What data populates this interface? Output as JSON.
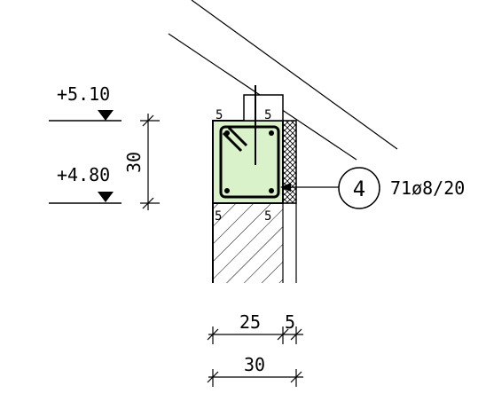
{
  "levels": {
    "top": "+5.10",
    "bottom": "+4.80"
  },
  "dimensions": {
    "height": "30",
    "width_main": "25",
    "width_insulation": "5",
    "width_total": "30"
  },
  "cover": {
    "top_left": "5",
    "top_right": "5",
    "bottom_left": "5",
    "bottom_right": "5"
  },
  "rebar": {
    "mark": "4",
    "spec": "71ø8/20"
  },
  "colors": {
    "concrete_fill": "#d9f2c9",
    "line": "#000000"
  }
}
